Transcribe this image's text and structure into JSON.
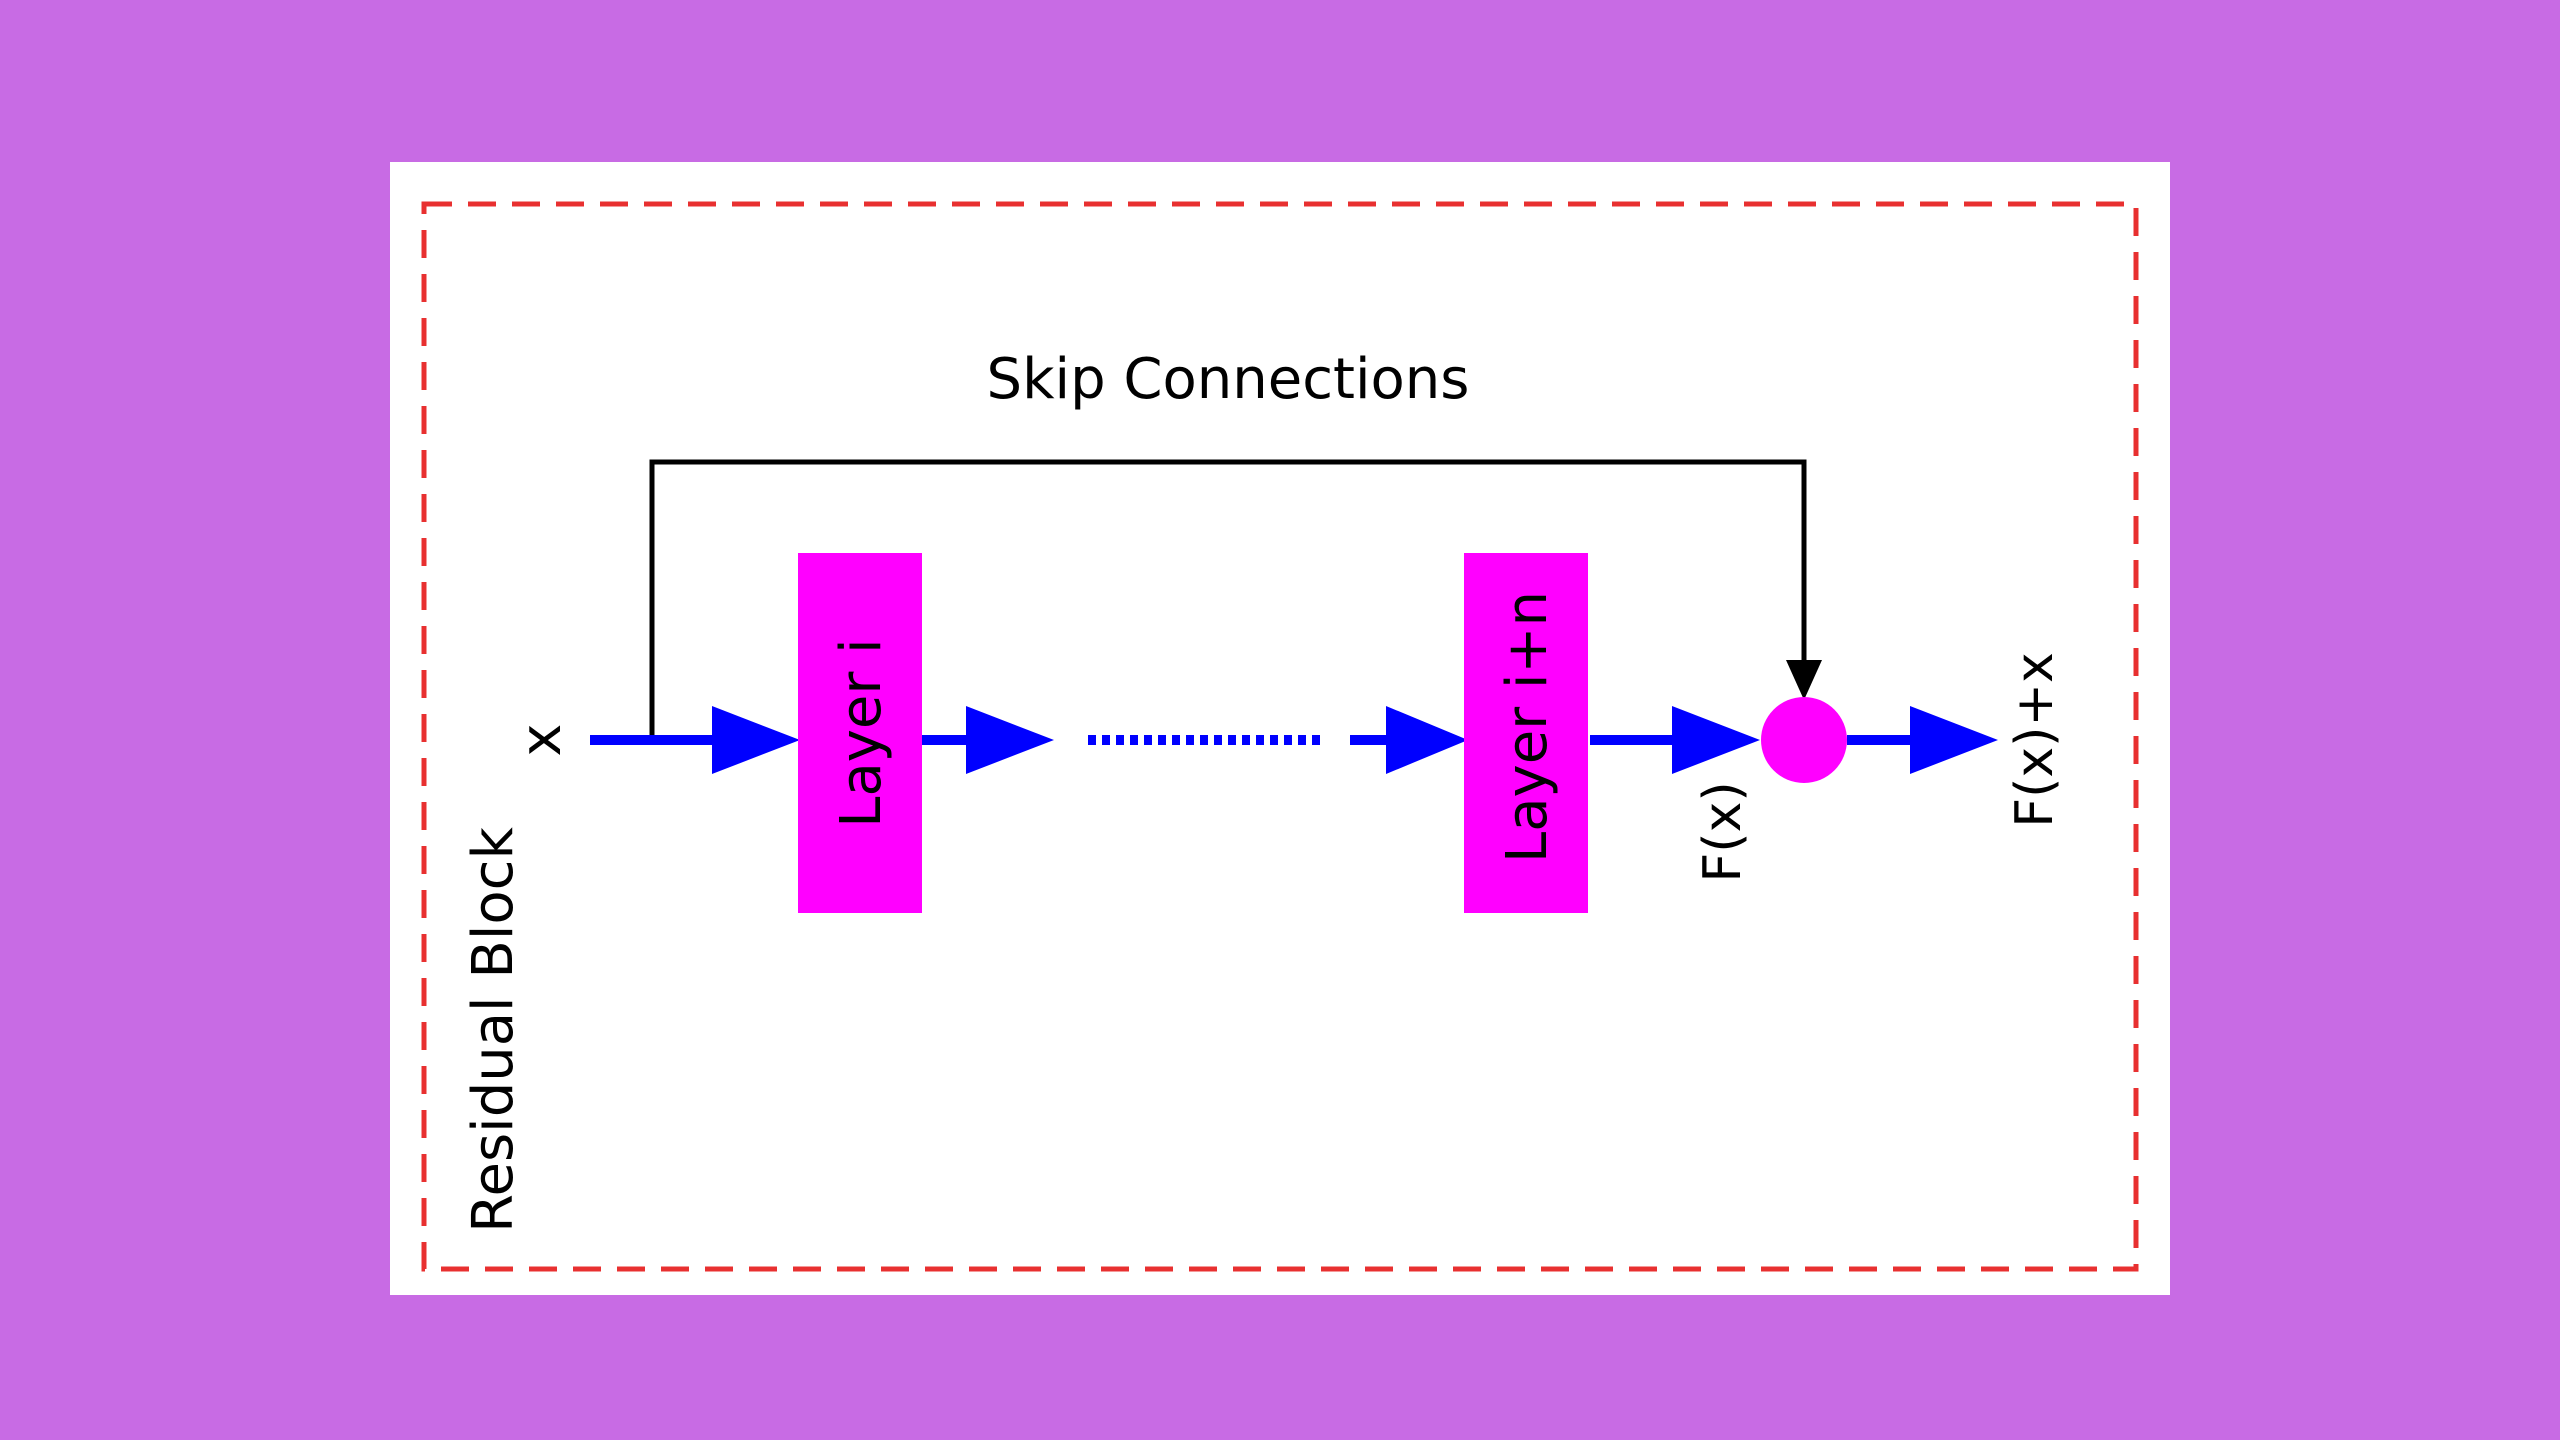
{
  "colors": {
    "background": "#c86be4",
    "card": "#ffffff",
    "border_dashed": "#e83030",
    "flow_arrow": "#0000ff",
    "skip_line": "#000000",
    "layer_block": "#ff00ff",
    "sum_node": "#ff00ff",
    "text": "#000000"
  },
  "diagram": {
    "skip_label": "Skip Connections",
    "container_label": "Residual Block",
    "input_label": "x",
    "layer_first_label": "Layer i",
    "layer_last_label": "Layer i+n",
    "fx_label": "F(x)",
    "output_label": "F(x)+x"
  }
}
